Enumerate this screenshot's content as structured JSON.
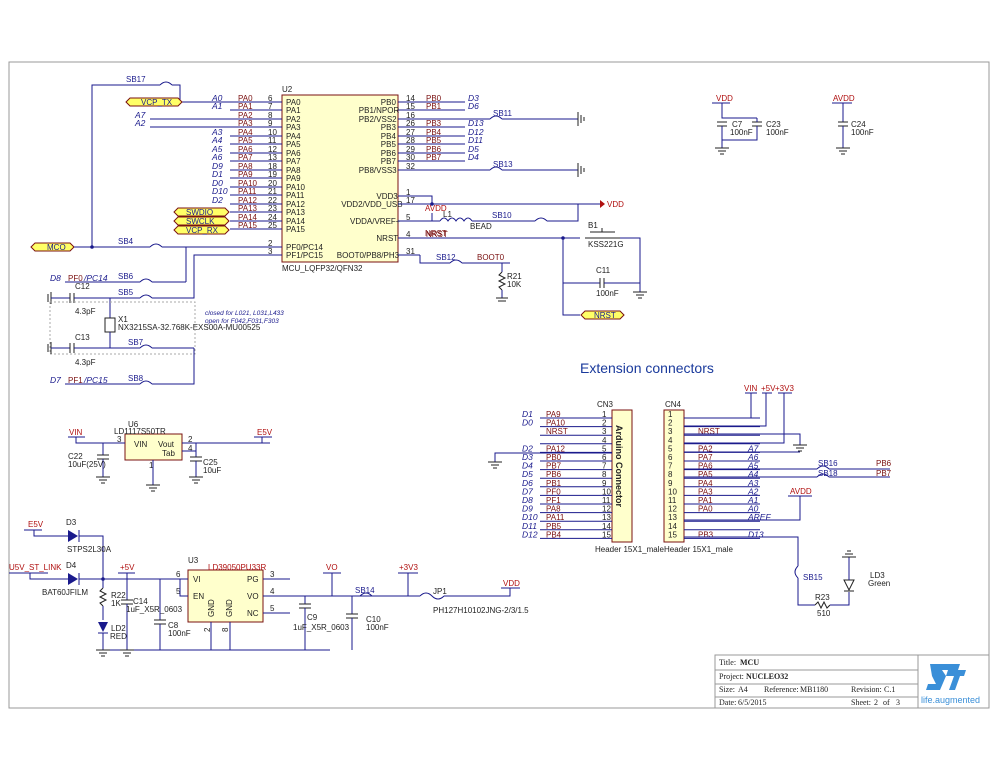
{
  "header": {
    "extension_connectors": "Extension connectors"
  },
  "u2": {
    "ref": "U2",
    "part": "MCU_LQFP32/QFN32",
    "left_pins": [
      {
        "name": "PA0",
        "num": "6",
        "net": "PA0",
        "io": "A0"
      },
      {
        "name": "PA1",
        "num": "7",
        "net": "PA1",
        "io": "A1"
      },
      {
        "name": "PA2",
        "num": "8",
        "net": "PA2",
        "io": "A7"
      },
      {
        "name": "PA3",
        "num": "9",
        "net": "PA3",
        "io": "A2"
      },
      {
        "name": "PA4",
        "num": "10",
        "net": "PA4",
        "io": "A3"
      },
      {
        "name": "PA5",
        "num": "11",
        "net": "PA5",
        "io": "A4"
      },
      {
        "name": "PA6",
        "num": "12",
        "net": "PA6",
        "io": "A5"
      },
      {
        "name": "PA7",
        "num": "13",
        "net": "PA7",
        "io": "A6"
      },
      {
        "name": "PA8",
        "num": "18",
        "net": "PA8",
        "io": "D9"
      },
      {
        "name": "PA9",
        "num": "19",
        "net": "PA9",
        "io": "D1"
      },
      {
        "name": "PA10",
        "num": "20",
        "net": "PA10",
        "io": "D0"
      },
      {
        "name": "PA11",
        "num": "21",
        "net": "PA11",
        "io": "D10"
      },
      {
        "name": "PA12",
        "num": "22",
        "net": "PA12",
        "io": "D2"
      },
      {
        "name": "PA13",
        "num": "23",
        "net": "PA13",
        "io": ""
      },
      {
        "name": "PA14",
        "num": "24",
        "net": "PA14",
        "io": ""
      },
      {
        "name": "PA15",
        "num": "25",
        "net": "PA15",
        "io": ""
      },
      {
        "name": "PF0/PC14",
        "num": "2",
        "net": "",
        "io": ""
      },
      {
        "name": "PF1/PC15",
        "num": "3",
        "net": "",
        "io": ""
      }
    ],
    "right_pins": [
      {
        "name": "PB0",
        "num": "14",
        "net": "PB0",
        "io": "D3"
      },
      {
        "name": "PB1/NPOR",
        "num": "15",
        "net": "PB1",
        "io": "D6"
      },
      {
        "name": "PB2/VSS2",
        "num": "16",
        "net": "",
        "io": ""
      },
      {
        "name": "PB3",
        "num": "26",
        "net": "PB3",
        "io": "D13"
      },
      {
        "name": "PB4",
        "num": "27",
        "net": "PB4",
        "io": "D12"
      },
      {
        "name": "PB5",
        "num": "28",
        "net": "PB5",
        "io": "D11"
      },
      {
        "name": "PB6",
        "num": "29",
        "net": "PB6",
        "io": "D5"
      },
      {
        "name": "PB7",
        "num": "30",
        "net": "PB7",
        "io": "D4"
      },
      {
        "name": "PB8/VSS3",
        "num": "32",
        "net": "",
        "io": ""
      },
      {
        "name": "VDD3",
        "num": "1",
        "net": "",
        "io": ""
      },
      {
        "name": "VDD2/VDD_USB",
        "num": "17",
        "net": "",
        "io": ""
      },
      {
        "name": "VDDA/VREF+",
        "num": "5",
        "net": "",
        "io": ""
      },
      {
        "name": "NRST",
        "num": "4",
        "net": "NRST",
        "io": ""
      },
      {
        "name": "BOOT0/PB8/PH3",
        "num": "31",
        "net": "",
        "io": ""
      }
    ]
  },
  "ports": {
    "vcp_tx": "VCP_TX",
    "swdio": "SWDIO",
    "swclk": "SWCLK",
    "vcp_rx": "VCP_RX",
    "mco": "MCO",
    "nrst": "NRST"
  },
  "solder_bridges": {
    "sb17": "SB17",
    "sb11": "SB11",
    "sb13": "SB13",
    "sb4": "SB4",
    "sb6": "SB6",
    "sb5": "SB5",
    "sb7": "SB7",
    "sb8": "SB8",
    "sb10": "SB10",
    "sb12": "SB12",
    "sb16": "SB16",
    "sb18": "SB18",
    "sb15": "SB15",
    "sb14": "SB14"
  },
  "crystal": {
    "d8_io": "D8",
    "pf0_net": "PF0",
    "pc14": "/PC14",
    "d7_io": "D7",
    "pf1_net": "PF1",
    "pc15": "/PC15",
    "c12": "C12",
    "c12_val": "4.3pF",
    "c13": "C13",
    "c13_val": "4.3pF",
    "x1": "X1",
    "x1_part": "NX3215SA-32.768K-EXS00A-MU00525",
    "note1": "closed for L021, L031,L433",
    "note2": "open for F042,F031,F303"
  },
  "power_right": {
    "vdd": "VDD",
    "c7": "C7",
    "c7_val": "100nF",
    "c23": "C23",
    "c23_val": "100nF",
    "avdd": "AVDD",
    "c24": "C24",
    "c24_val": "100nF"
  },
  "analog": {
    "avdd": "AVDD",
    "l1": "L1",
    "bead": "BEAD",
    "vdd": "VDD",
    "b1": "B1",
    "b1_part": "KSS221G",
    "c11": "C11",
    "c11_val": "100nF",
    "boot0": "BOOT0",
    "r21": "R21",
    "r21_val": "10K"
  },
  "u6": {
    "ref": "U6",
    "part": "LD1117S50TR",
    "vin": "VIN",
    "vout": "Vout",
    "tab": "Tab",
    "pin3": "3",
    "pin2": "2",
    "pin4": "4",
    "pin1": "1",
    "vin_net": "VIN",
    "e5v": "E5V",
    "c22": "C22",
    "c22_val": "10uF(25V)",
    "c25": "C25",
    "c25_val": "10uF"
  },
  "u3": {
    "ref": "U3",
    "part": "LD39050PU33R",
    "pins_left": [
      {
        "name": "VI",
        "num": "6"
      },
      {
        "name": "EN",
        "num": "5"
      }
    ],
    "pins_right": [
      {
        "name": "PG",
        "num": "3"
      },
      {
        "name": "VO",
        "num": "4"
      },
      {
        "name": "NC",
        "num": "5"
      }
    ],
    "gnd1": "GND",
    "gnd2": "GND",
    "num2": "2",
    "num8": "8",
    "e5v": "E5V",
    "d3": "D3",
    "d3_part": "STPS2L30A",
    "u5v": "U5V_ST_LINK",
    "d4": "D4",
    "d4_part": "BAT60JFILM",
    "p5v": "+5V",
    "r22": "R22",
    "r22_val": "1K",
    "c14": "C14",
    "c14_val": "1uF_X5R_0603",
    "c8": "C8",
    "c8_val": "100nF",
    "ld2": "LD2",
    "ld2_color": "RED",
    "vo": "VO",
    "p3v3": "+3V3",
    "c9": "C9",
    "c9_val": "1uF_X5R_0603",
    "c10": "C10",
    "c10_val": "100nF",
    "jp1": "JP1",
    "jp1_part": "PH127H10102JNG-2/3/1.5",
    "vdd": "VDD"
  },
  "cn3": {
    "ref": "CN3",
    "title": "Arduino Connector",
    "part": "Header 15X1_male",
    "rows": [
      {
        "io": "D1",
        "net": "PA9",
        "num": "1"
      },
      {
        "io": "D0",
        "net": "PA10",
        "num": "2"
      },
      {
        "io": "",
        "net": "NRST",
        "num": "3"
      },
      {
        "io": "",
        "net": "",
        "num": "4"
      },
      {
        "io": "D2",
        "net": "PA12",
        "num": "5"
      },
      {
        "io": "D3",
        "net": "PB0",
        "num": "6"
      },
      {
        "io": "D4",
        "net": "PB7",
        "num": "7"
      },
      {
        "io": "D5",
        "net": "PB6",
        "num": "8"
      },
      {
        "io": "D6",
        "net": "PB1",
        "num": "9"
      },
      {
        "io": "D7",
        "net": "PF0",
        "num": "10"
      },
      {
        "io": "D8",
        "net": "PF1",
        "num": "11"
      },
      {
        "io": "D9",
        "net": "PA8",
        "num": "12"
      },
      {
        "io": "D10",
        "net": "PA11",
        "num": "13"
      },
      {
        "io": "D11",
        "net": "PB5",
        "num": "14"
      },
      {
        "io": "D12",
        "net": "PB4",
        "num": "15"
      }
    ]
  },
  "cn4": {
    "ref": "CN4",
    "part": "Header 15X1_male",
    "vin": "VIN",
    "p5v": "+5V",
    "p3v3": "+3V3",
    "avdd": "AVDD",
    "rows": [
      {
        "num": "1",
        "net": "",
        "io": ""
      },
      {
        "num": "2",
        "net": "",
        "io": ""
      },
      {
        "num": "3",
        "net": "NRST",
        "io": ""
      },
      {
        "num": "4",
        "net": "",
        "io": ""
      },
      {
        "num": "5",
        "net": "PA2",
        "io": "A7"
      },
      {
        "num": "6",
        "net": "PA7",
        "io": "A6"
      },
      {
        "num": "7",
        "net": "PA6",
        "io": "A5"
      },
      {
        "num": "8",
        "net": "PA5",
        "io": "A4"
      },
      {
        "num": "9",
        "net": "PA4",
        "io": "A3"
      },
      {
        "num": "10",
        "net": "PA3",
        "io": "A2"
      },
      {
        "num": "11",
        "net": "PA1",
        "io": "A1"
      },
      {
        "num": "12",
        "net": "PA0",
        "io": "A0"
      },
      {
        "num": "13",
        "net": "",
        "io": "AREF"
      },
      {
        "num": "14",
        "net": "",
        "io": ""
      },
      {
        "num": "15",
        "net": "PB3",
        "io": "D13"
      }
    ],
    "pb6": "PB6",
    "pb7": "PB7",
    "ld3": "LD3",
    "ld3_color": "Green",
    "r23": "R23",
    "r23_val": "510"
  },
  "title_block": {
    "title_label": "Title:",
    "title": "MCU",
    "project_label": "Project:",
    "project": "NUCLEO32",
    "size_label": "Size:",
    "size": "A4",
    "reference_label": "Reference:",
    "reference": "MB1180",
    "revision_label": "Revision:",
    "revision": "C.1",
    "date_label": "Date:",
    "date": "6/5/2015",
    "sheet_label": "Sheet:",
    "sheet": "2",
    "of": "of",
    "sheets": "3",
    "logo_tagline": "life.augmented"
  },
  "colors": {
    "wire": "#1a1a8c",
    "net": "#7a1010",
    "power": "#b01010",
    "port_fill": "#ffff66",
    "logo": "#3a8fd8"
  }
}
